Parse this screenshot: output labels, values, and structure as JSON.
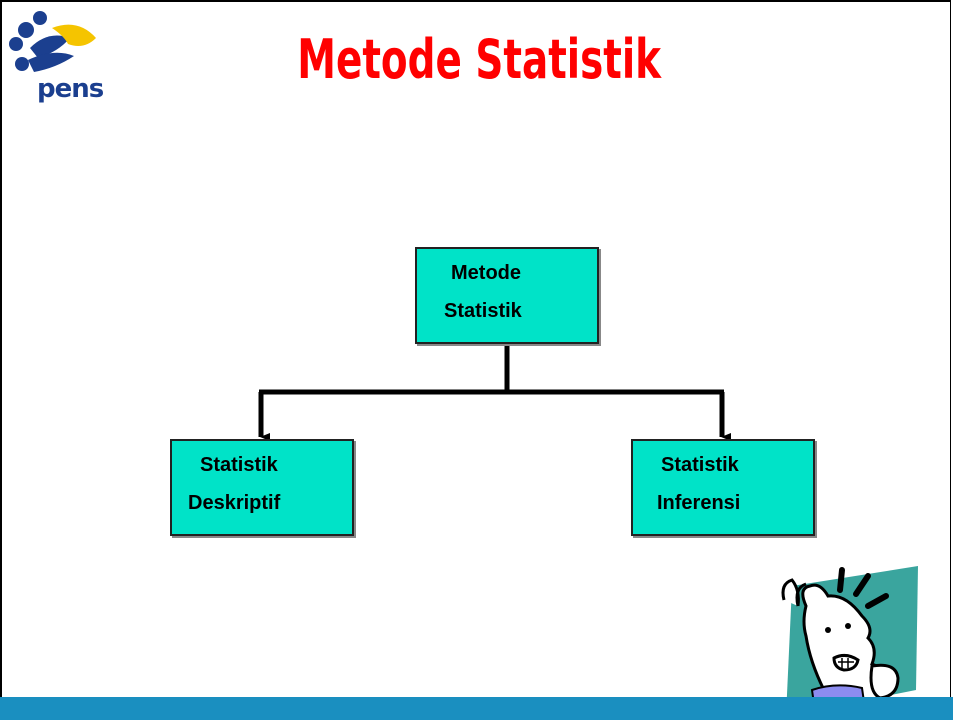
{
  "header": {
    "title": "Metode Statistik",
    "logo_text": "pens"
  },
  "diagram": {
    "root": {
      "line1": "Metode",
      "line2": "Statistik"
    },
    "left": {
      "line1": "Statistik",
      "line2": "Deskriptif"
    },
    "right": {
      "line1": "Statistik",
      "line2": "Inferensi"
    }
  },
  "colors": {
    "title": "#ff0000",
    "box_fill": "#00e3c8",
    "bottom_bar": "#1a8fc0",
    "logo_blue": "#1b3f8f",
    "logo_yellow": "#f5c400"
  }
}
